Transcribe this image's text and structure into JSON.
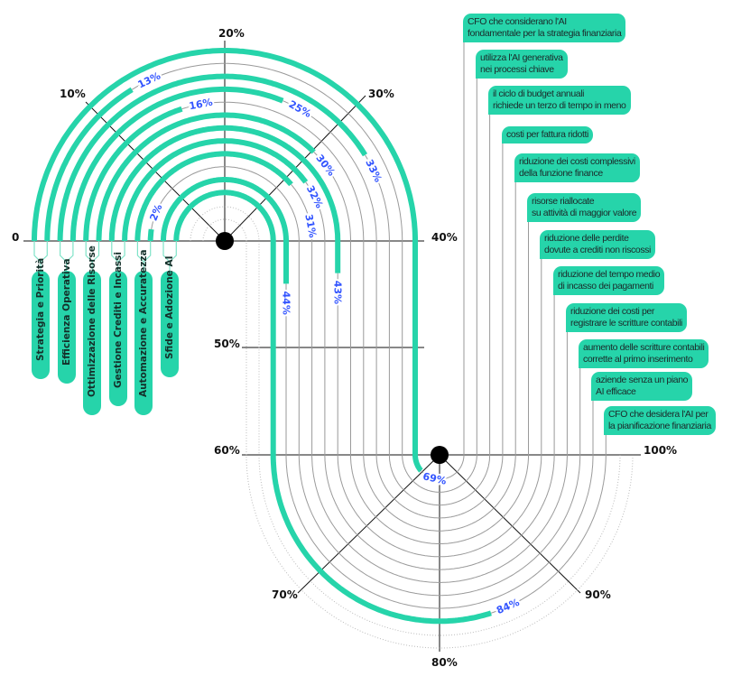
{
  "chart_data": {
    "type": "radial-track",
    "axis_ticks": [
      "0",
      "10%",
      "20%",
      "30%",
      "40%",
      "50%",
      "60%",
      "70%",
      "80%",
      "90%",
      "100%"
    ],
    "range": [
      0,
      100
    ],
    "categories": [
      "Strategia e Priorità",
      "Efficienza Operativa",
      "Ottimizzazione delle Risorse",
      "Gestione Crediti e Incassi",
      "Automazione e Accuratezza",
      "Sfide e Adozione AI"
    ],
    "series": [
      {
        "label": "CFO che considerano l'AI\nfondamentale per la strategia finanziaria",
        "category": "Strategia e Priorità",
        "value": 69,
        "value_label": "69%"
      },
      {
        "label": "utilizza l'AI generativa\nnei processi chiave",
        "category": "Strategia e Priorità",
        "value": 13,
        "value_label": "13%"
      },
      {
        "label": "il ciclo di budget annuali\nrichiede un terzo di tempo in meno",
        "category": "Efficienza Operativa",
        "value": 33,
        "value_label": "33%"
      },
      {
        "label": "costi per fattura ridotti",
        "category": "Efficienza Operativa",
        "value": 25,
        "value_label": "25%"
      },
      {
        "label": "riduzione dei costi complessivi\ndella funzione finance",
        "category": "Ottimizzazione delle Risorse",
        "value": 16,
        "value_label": "16%"
      },
      {
        "label": "risorse riallocate\nsu attività di maggior valore",
        "category": "Ottimizzazione delle Risorse",
        "value": 30,
        "value_label": "30%"
      },
      {
        "label": "riduzione delle perdite\ndovute a crediti non riscossi",
        "category": "Gestione Crediti e Incassi",
        "value": 43,
        "value_label": "43%"
      },
      {
        "label": "riduzione del tempo medio\ndi incasso dei pagamenti",
        "category": "Gestione Crediti e Incassi",
        "value": 32,
        "value_label": "32%"
      },
      {
        "label": "riduzione dei costi per\nregistrare le scritture contabili",
        "category": "Automazione e Accuratezza",
        "value": 31,
        "value_label": "31%"
      },
      {
        "label": "aumento delle scritture contabili\ncorrette al primo inserimento",
        "category": "Automazione e Accuratezza",
        "value": 2,
        "value_label": "2%"
      },
      {
        "label": "aziende senza un piano\nAI efficace",
        "category": "Sfide e Adozione AI",
        "value": 44,
        "value_label": "44%"
      },
      {
        "label": "CFO che desidera l'AI per\nla pianificazione finanziaria",
        "category": "Sfide e Adozione AI",
        "value": 84,
        "value_label": "84%"
      }
    ],
    "colors": {
      "bar": "#26d4aa",
      "track": "#9a9a9a",
      "value_label": "#3355ff",
      "axis": "#111111"
    }
  }
}
